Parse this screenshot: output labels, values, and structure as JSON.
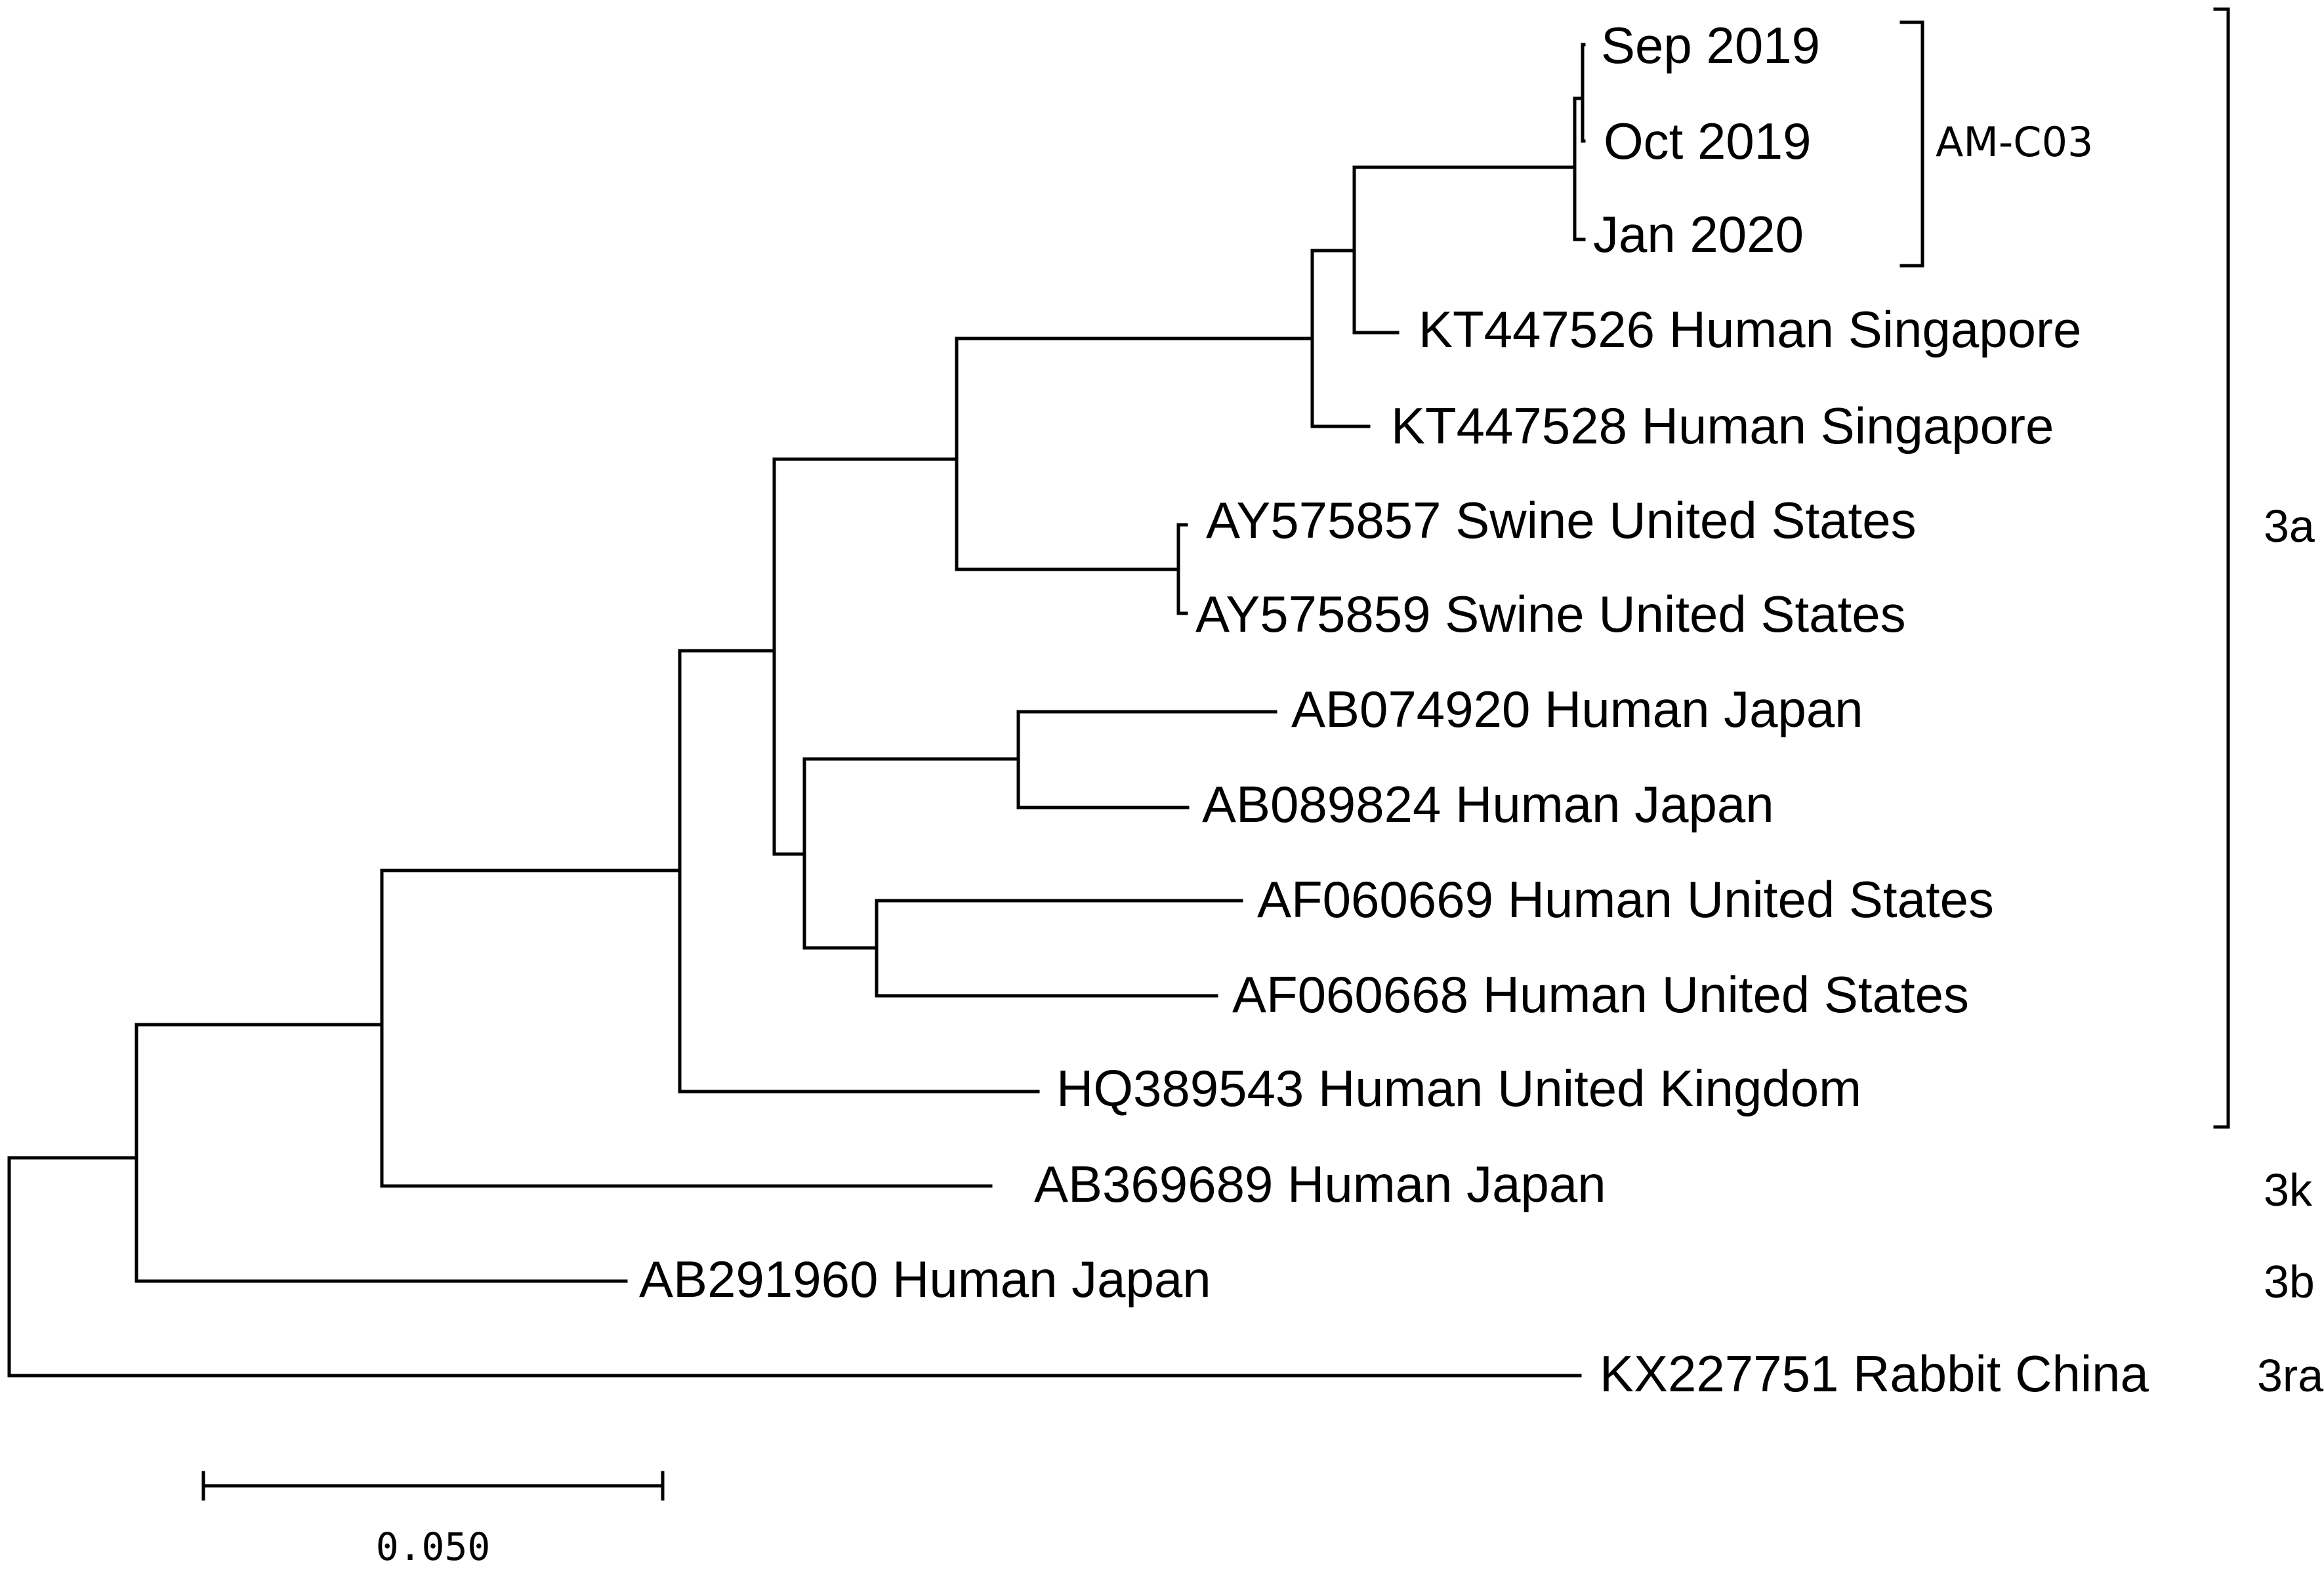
{
  "tree": {
    "leaves": [
      "Sep 2019",
      "Oct 2019",
      "Jan 2020",
      "KT447526 Human Singapore",
      "KT447528 Human Singapore",
      "AY575857 Swine United States",
      "AY575859 Swine United States",
      "AB074920 Human Japan",
      "AB089824 Human Japan",
      "AF060669 Human United States",
      "AF060668 Human United States",
      "HQ389543 Human United Kingdom",
      "AB369689 Human Japan",
      "AB291960 Human Japan",
      "KX227751 Rabbit China"
    ]
  },
  "clades": {
    "inner": "AM-C03",
    "genotype_3a": "3a",
    "genotype_3k": "3k",
    "genotype_3b": "3b",
    "genotype_3ra": "3ra"
  },
  "scale_bar": {
    "label": "0.050"
  }
}
